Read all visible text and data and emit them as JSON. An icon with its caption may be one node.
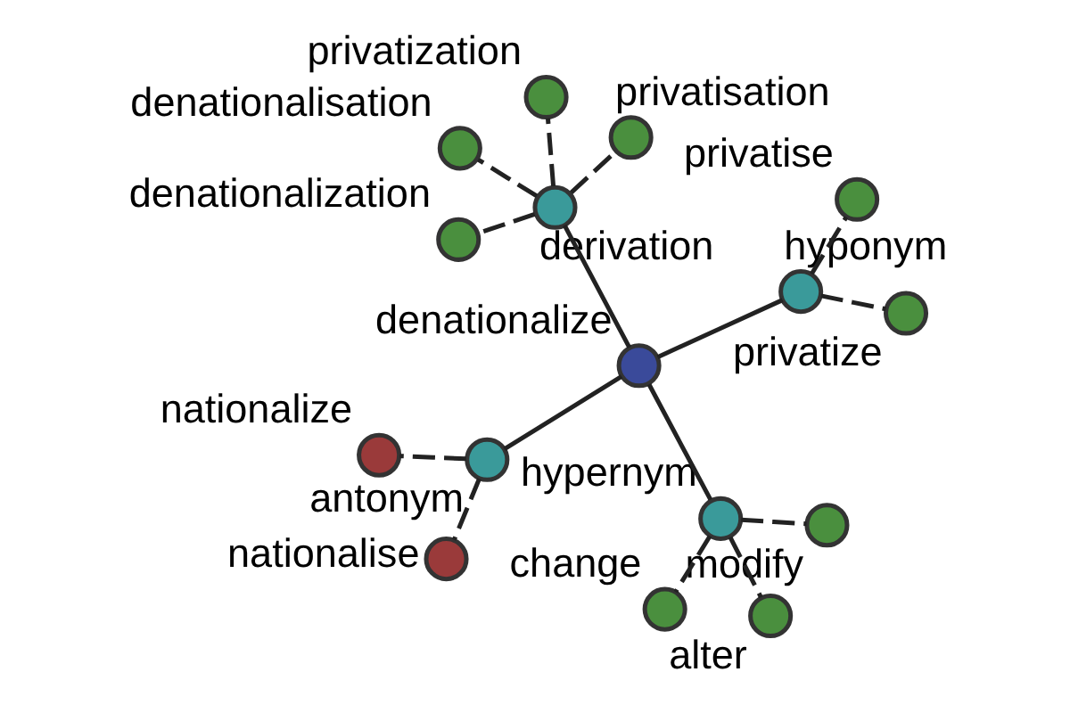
{
  "diagram": {
    "nodes": [
      {
        "text": [
          "denationalize"
        ]
      },
      {
        "text": [
          "derivation"
        ]
      },
      {
        "text": [
          "denationalization"
        ]
      },
      {
        "text": [
          "privatization"
        ]
      },
      {
        "text": [
          "privatisation"
        ]
      },
      {
        "text": [
          "denationalisation"
        ]
      },
      {
        "text": [
          "hypernym"
        ]
      },
      {
        "text": [
          "modify"
        ]
      },
      {
        "text": [
          "change"
        ]
      },
      {
        "text": [
          "alter"
        ]
      },
      {
        "text": [
          "antonym"
        ]
      },
      {
        "text": [
          "nationalize"
        ]
      },
      {
        "text": [
          "nationalise"
        ]
      },
      {
        "text": [
          "hyponym"
        ]
      },
      {
        "text": [
          "privatise"
        ]
      },
      {
        "text": [
          "privatize"
        ]
      }
    ],
    "edges": [
      {
        "from": 0,
        "to": 1,
        "arrow": "none"
      },
      {
        "from": 1,
        "to": 2,
        "arrow": "none",
        "style": "dashed"
      },
      {
        "from": 1,
        "to": 3,
        "arrow": "none",
        "style": "dashed"
      },
      {
        "from": 1,
        "to": 4,
        "arrow": "none",
        "style": "dashed"
      },
      {
        "from": 1,
        "to": 5,
        "arrow": "none",
        "style": "dashed"
      },
      {
        "from": 0,
        "to": 6,
        "arrow": "none"
      },
      {
        "from": 6,
        "to": 7,
        "arrow": "none",
        "style": "dashed"
      },
      {
        "from": 6,
        "to": 8,
        "arrow": "none",
        "style": "dashed"
      },
      {
        "from": 6,
        "to": 9,
        "arrow": "none",
        "style": "dashed"
      },
      {
        "from": 0,
        "to": 10,
        "arrow": "none"
      },
      {
        "from": 10,
        "to": 11,
        "arrow": "none",
        "style": "dashed"
      },
      {
        "from": 10,
        "to": 12,
        "arrow": "none",
        "style": "dashed"
      },
      {
        "from": 0,
        "to": 13,
        "arrow": "none"
      },
      {
        "from": 13,
        "to": 14,
        "arrow": "none",
        "style": "dashed"
      },
      {
        "from": 13,
        "to": 15,
        "arrow": "none",
        "style": "dashed"
      }
    ]
  }
}
